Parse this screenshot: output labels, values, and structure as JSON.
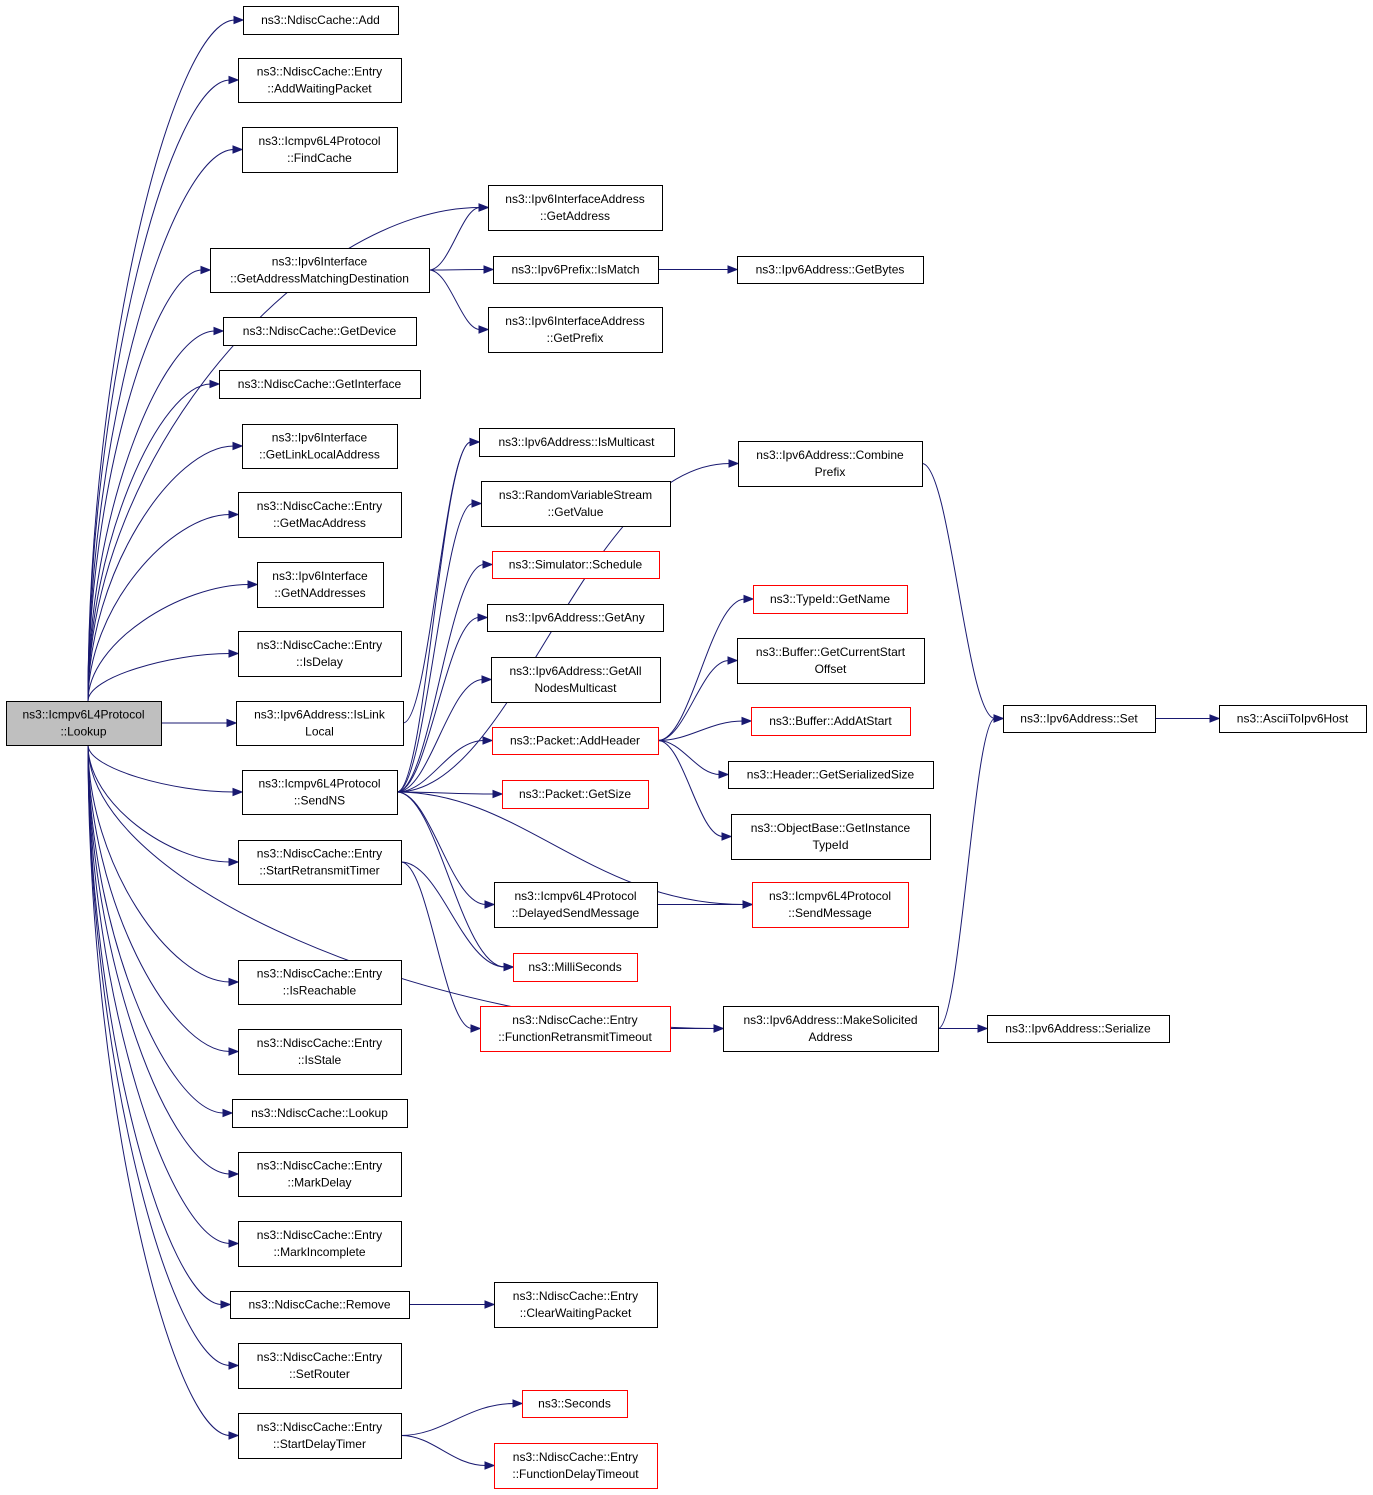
{
  "colors": {
    "edge": "#191970",
    "border_normal": "#000000",
    "border_truncated": "#ff0000",
    "root_fill": "#bfbfbf",
    "node_fill": "#ffffff"
  },
  "nodes": [
    {
      "id": "lookup_root",
      "lines": [
        "ns3::Icmpv6L4Protocol",
        "::Lookup"
      ],
      "style": "root"
    },
    {
      "id": "ndisc_add",
      "lines": [
        "ns3::NdiscCache::Add"
      ],
      "style": "normal"
    },
    {
      "id": "entry_addwaitingpacket",
      "lines": [
        "ns3::NdiscCache::Entry",
        "::AddWaitingPacket"
      ],
      "style": "normal"
    },
    {
      "id": "icmp_findcache",
      "lines": [
        "ns3::Icmpv6L4Protocol",
        "::FindCache"
      ],
      "style": "normal"
    },
    {
      "id": "ifaddr_getaddress",
      "lines": [
        "ns3::Ipv6InterfaceAddress",
        "::GetAddress"
      ],
      "style": "normal"
    },
    {
      "id": "iface_getaddrmatch",
      "lines": [
        "ns3::Ipv6Interface",
        "::GetAddressMatchingDestination"
      ],
      "style": "normal"
    },
    {
      "id": "prefix_ismatch",
      "lines": [
        "ns3::Ipv6Prefix::IsMatch"
      ],
      "style": "normal"
    },
    {
      "id": "addr_getbytes",
      "lines": [
        "ns3::Ipv6Address::GetBytes"
      ],
      "style": "normal"
    },
    {
      "id": "ifaddr_getprefix",
      "lines": [
        "ns3::Ipv6InterfaceAddress",
        "::GetPrefix"
      ],
      "style": "normal"
    },
    {
      "id": "ndisc_getdevice",
      "lines": [
        "ns3::NdiscCache::GetDevice"
      ],
      "style": "normal"
    },
    {
      "id": "ndisc_getinterface",
      "lines": [
        "ns3::NdiscCache::GetInterface"
      ],
      "style": "normal"
    },
    {
      "id": "iface_getlinklocal",
      "lines": [
        "ns3::Ipv6Interface",
        "::GetLinkLocalAddress"
      ],
      "style": "normal"
    },
    {
      "id": "entry_getmac",
      "lines": [
        "ns3::NdiscCache::Entry",
        "::GetMacAddress"
      ],
      "style": "normal"
    },
    {
      "id": "iface_getnaddresses",
      "lines": [
        "ns3::Ipv6Interface",
        "::GetNAddresses"
      ],
      "style": "normal"
    },
    {
      "id": "entry_isdelay",
      "lines": [
        "ns3::NdiscCache::Entry",
        "::IsDelay"
      ],
      "style": "normal"
    },
    {
      "id": "addr_islinklocal",
      "lines": [
        "ns3::Ipv6Address::IsLink",
        "Local"
      ],
      "style": "normal"
    },
    {
      "id": "icmp_sendns",
      "lines": [
        "ns3::Icmpv6L4Protocol",
        "::SendNS"
      ],
      "style": "normal"
    },
    {
      "id": "entry_startretransmit",
      "lines": [
        "ns3::NdiscCache::Entry",
        "::StartRetransmitTimer"
      ],
      "style": "normal"
    },
    {
      "id": "entry_isreachable",
      "lines": [
        "ns3::NdiscCache::Entry",
        "::IsReachable"
      ],
      "style": "normal"
    },
    {
      "id": "entry_isstale",
      "lines": [
        "ns3::NdiscCache::Entry",
        "::IsStale"
      ],
      "style": "normal"
    },
    {
      "id": "ndisc_lookup",
      "lines": [
        "ns3::NdiscCache::Lookup"
      ],
      "style": "normal"
    },
    {
      "id": "entry_markdelay",
      "lines": [
        "ns3::NdiscCache::Entry",
        "::MarkDelay"
      ],
      "style": "normal"
    },
    {
      "id": "entry_markincomplete",
      "lines": [
        "ns3::NdiscCache::Entry",
        "::MarkIncomplete"
      ],
      "style": "normal"
    },
    {
      "id": "ndisc_remove",
      "lines": [
        "ns3::NdiscCache::Remove"
      ],
      "style": "normal"
    },
    {
      "id": "entry_clearwaiting",
      "lines": [
        "ns3::NdiscCache::Entry",
        "::ClearWaitingPacket"
      ],
      "style": "normal"
    },
    {
      "id": "entry_setrouter",
      "lines": [
        "ns3::NdiscCache::Entry",
        "::SetRouter"
      ],
      "style": "normal"
    },
    {
      "id": "entry_startdelay",
      "lines": [
        "ns3::NdiscCache::Entry",
        "::StartDelayTimer"
      ],
      "style": "normal"
    },
    {
      "id": "seconds",
      "lines": [
        "ns3::Seconds"
      ],
      "style": "truncated"
    },
    {
      "id": "entry_functiondelay",
      "lines": [
        "ns3::NdiscCache::Entry",
        "::FunctionDelayTimeout"
      ],
      "style": "truncated"
    },
    {
      "id": "addr_ismulticast",
      "lines": [
        "ns3::Ipv6Address::IsMulticast"
      ],
      "style": "normal"
    },
    {
      "id": "rvs_getvalue",
      "lines": [
        "ns3::RandomVariableStream",
        "::GetValue"
      ],
      "style": "normal"
    },
    {
      "id": "sim_schedule",
      "lines": [
        "ns3::Simulator::Schedule"
      ],
      "style": "truncated"
    },
    {
      "id": "addr_getany",
      "lines": [
        "ns3::Ipv6Address::GetAny"
      ],
      "style": "normal"
    },
    {
      "id": "addr_getallnodes",
      "lines": [
        "ns3::Ipv6Address::GetAll",
        "NodesMulticast"
      ],
      "style": "normal"
    },
    {
      "id": "packet_addheader",
      "lines": [
        "ns3::Packet::AddHeader"
      ],
      "style": "truncated"
    },
    {
      "id": "packet_getsize",
      "lines": [
        "ns3::Packet::GetSize"
      ],
      "style": "truncated"
    },
    {
      "id": "icmp_delayedsend",
      "lines": [
        "ns3::Icmpv6L4Protocol",
        "::DelayedSendMessage"
      ],
      "style": "normal"
    },
    {
      "id": "milliseconds",
      "lines": [
        "ns3::MilliSeconds"
      ],
      "style": "truncated"
    },
    {
      "id": "entry_functionretransmit",
      "lines": [
        "ns3::NdiscCache::Entry",
        "::FunctionRetransmitTimeout"
      ],
      "style": "truncated"
    },
    {
      "id": "addr_combineprefix",
      "lines": [
        "ns3::Ipv6Address::Combine",
        "Prefix"
      ],
      "style": "normal"
    },
    {
      "id": "typeid_getname",
      "lines": [
        "ns3::TypeId::GetName"
      ],
      "style": "truncated"
    },
    {
      "id": "buffer_getcurrentstart",
      "lines": [
        "ns3::Buffer::GetCurrentStart",
        "Offset"
      ],
      "style": "normal"
    },
    {
      "id": "buffer_addatstart",
      "lines": [
        "ns3::Buffer::AddAtStart"
      ],
      "style": "truncated"
    },
    {
      "id": "header_getserializedsize",
      "lines": [
        "ns3::Header::GetSerializedSize"
      ],
      "style": "normal"
    },
    {
      "id": "objectbase_getinstance",
      "lines": [
        "ns3::ObjectBase::GetInstance",
        "TypeId"
      ],
      "style": "normal"
    },
    {
      "id": "icmp_sendmessage",
      "lines": [
        "ns3::Icmpv6L4Protocol",
        "::SendMessage"
      ],
      "style": "truncated"
    },
    {
      "id": "addr_makesolicited",
      "lines": [
        "ns3::Ipv6Address::MakeSolicited",
        "Address"
      ],
      "style": "normal"
    },
    {
      "id": "addr_set",
      "lines": [
        "ns3::Ipv6Address::Set"
      ],
      "style": "normal"
    },
    {
      "id": "addr_serialize",
      "lines": [
        "ns3::Ipv6Address::Serialize"
      ],
      "style": "normal"
    },
    {
      "id": "ascii_toipv6host",
      "lines": [
        "ns3::AsciiToIpv6Host"
      ],
      "style": "normal"
    }
  ],
  "edges": [
    [
      "lookup_root",
      "ndisc_add"
    ],
    [
      "lookup_root",
      "entry_addwaitingpacket"
    ],
    [
      "lookup_root",
      "icmp_findcache"
    ],
    [
      "lookup_root",
      "ifaddr_getaddress"
    ],
    [
      "lookup_root",
      "iface_getaddrmatch"
    ],
    [
      "lookup_root",
      "ndisc_getdevice"
    ],
    [
      "lookup_root",
      "ndisc_getinterface"
    ],
    [
      "lookup_root",
      "iface_getlinklocal"
    ],
    [
      "lookup_root",
      "entry_getmac"
    ],
    [
      "lookup_root",
      "iface_getnaddresses"
    ],
    [
      "lookup_root",
      "entry_isdelay"
    ],
    [
      "lookup_root",
      "addr_islinklocal"
    ],
    [
      "lookup_root",
      "icmp_sendns"
    ],
    [
      "lookup_root",
      "entry_startretransmit"
    ],
    [
      "lookup_root",
      "entry_isreachable"
    ],
    [
      "lookup_root",
      "entry_isstale"
    ],
    [
      "lookup_root",
      "ndisc_lookup"
    ],
    [
      "lookup_root",
      "entry_markdelay"
    ],
    [
      "lookup_root",
      "entry_markincomplete"
    ],
    [
      "lookup_root",
      "ndisc_remove"
    ],
    [
      "lookup_root",
      "entry_setrouter"
    ],
    [
      "lookup_root",
      "entry_startdelay"
    ],
    [
      "lookup_root",
      "addr_makesolicited"
    ],
    [
      "iface_getaddrmatch",
      "ifaddr_getaddress"
    ],
    [
      "iface_getaddrmatch",
      "prefix_ismatch"
    ],
    [
      "iface_getaddrmatch",
      "ifaddr_getprefix"
    ],
    [
      "prefix_ismatch",
      "addr_getbytes"
    ],
    [
      "addr_islinklocal",
      "addr_ismulticast"
    ],
    [
      "icmp_sendns",
      "addr_combineprefix"
    ],
    [
      "icmp_sendns",
      "addr_ismulticast"
    ],
    [
      "icmp_sendns",
      "rvs_getvalue"
    ],
    [
      "icmp_sendns",
      "sim_schedule"
    ],
    [
      "icmp_sendns",
      "addr_getany"
    ],
    [
      "icmp_sendns",
      "addr_getallnodes"
    ],
    [
      "icmp_sendns",
      "packet_addheader"
    ],
    [
      "icmp_sendns",
      "packet_getsize"
    ],
    [
      "icmp_sendns",
      "icmp_delayedsend"
    ],
    [
      "icmp_sendns",
      "milliseconds"
    ],
    [
      "icmp_sendns",
      "icmp_sendmessage"
    ],
    [
      "entry_startretransmit",
      "milliseconds"
    ],
    [
      "entry_startretransmit",
      "entry_functionretransmit"
    ],
    [
      "ndisc_remove",
      "entry_clearwaiting"
    ],
    [
      "entry_startdelay",
      "seconds"
    ],
    [
      "entry_startdelay",
      "entry_functiondelay"
    ],
    [
      "packet_addheader",
      "typeid_getname"
    ],
    [
      "packet_addheader",
      "buffer_getcurrentstart"
    ],
    [
      "packet_addheader",
      "buffer_addatstart"
    ],
    [
      "packet_addheader",
      "header_getserializedsize"
    ],
    [
      "packet_addheader",
      "objectbase_getinstance"
    ],
    [
      "icmp_delayedsend",
      "icmp_sendmessage"
    ],
    [
      "entry_functionretransmit",
      "addr_makesolicited"
    ],
    [
      "addr_combineprefix",
      "addr_set"
    ],
    [
      "addr_makesolicited",
      "addr_set"
    ],
    [
      "addr_makesolicited",
      "addr_serialize"
    ],
    [
      "addr_set",
      "ascii_toipv6host"
    ]
  ]
}
